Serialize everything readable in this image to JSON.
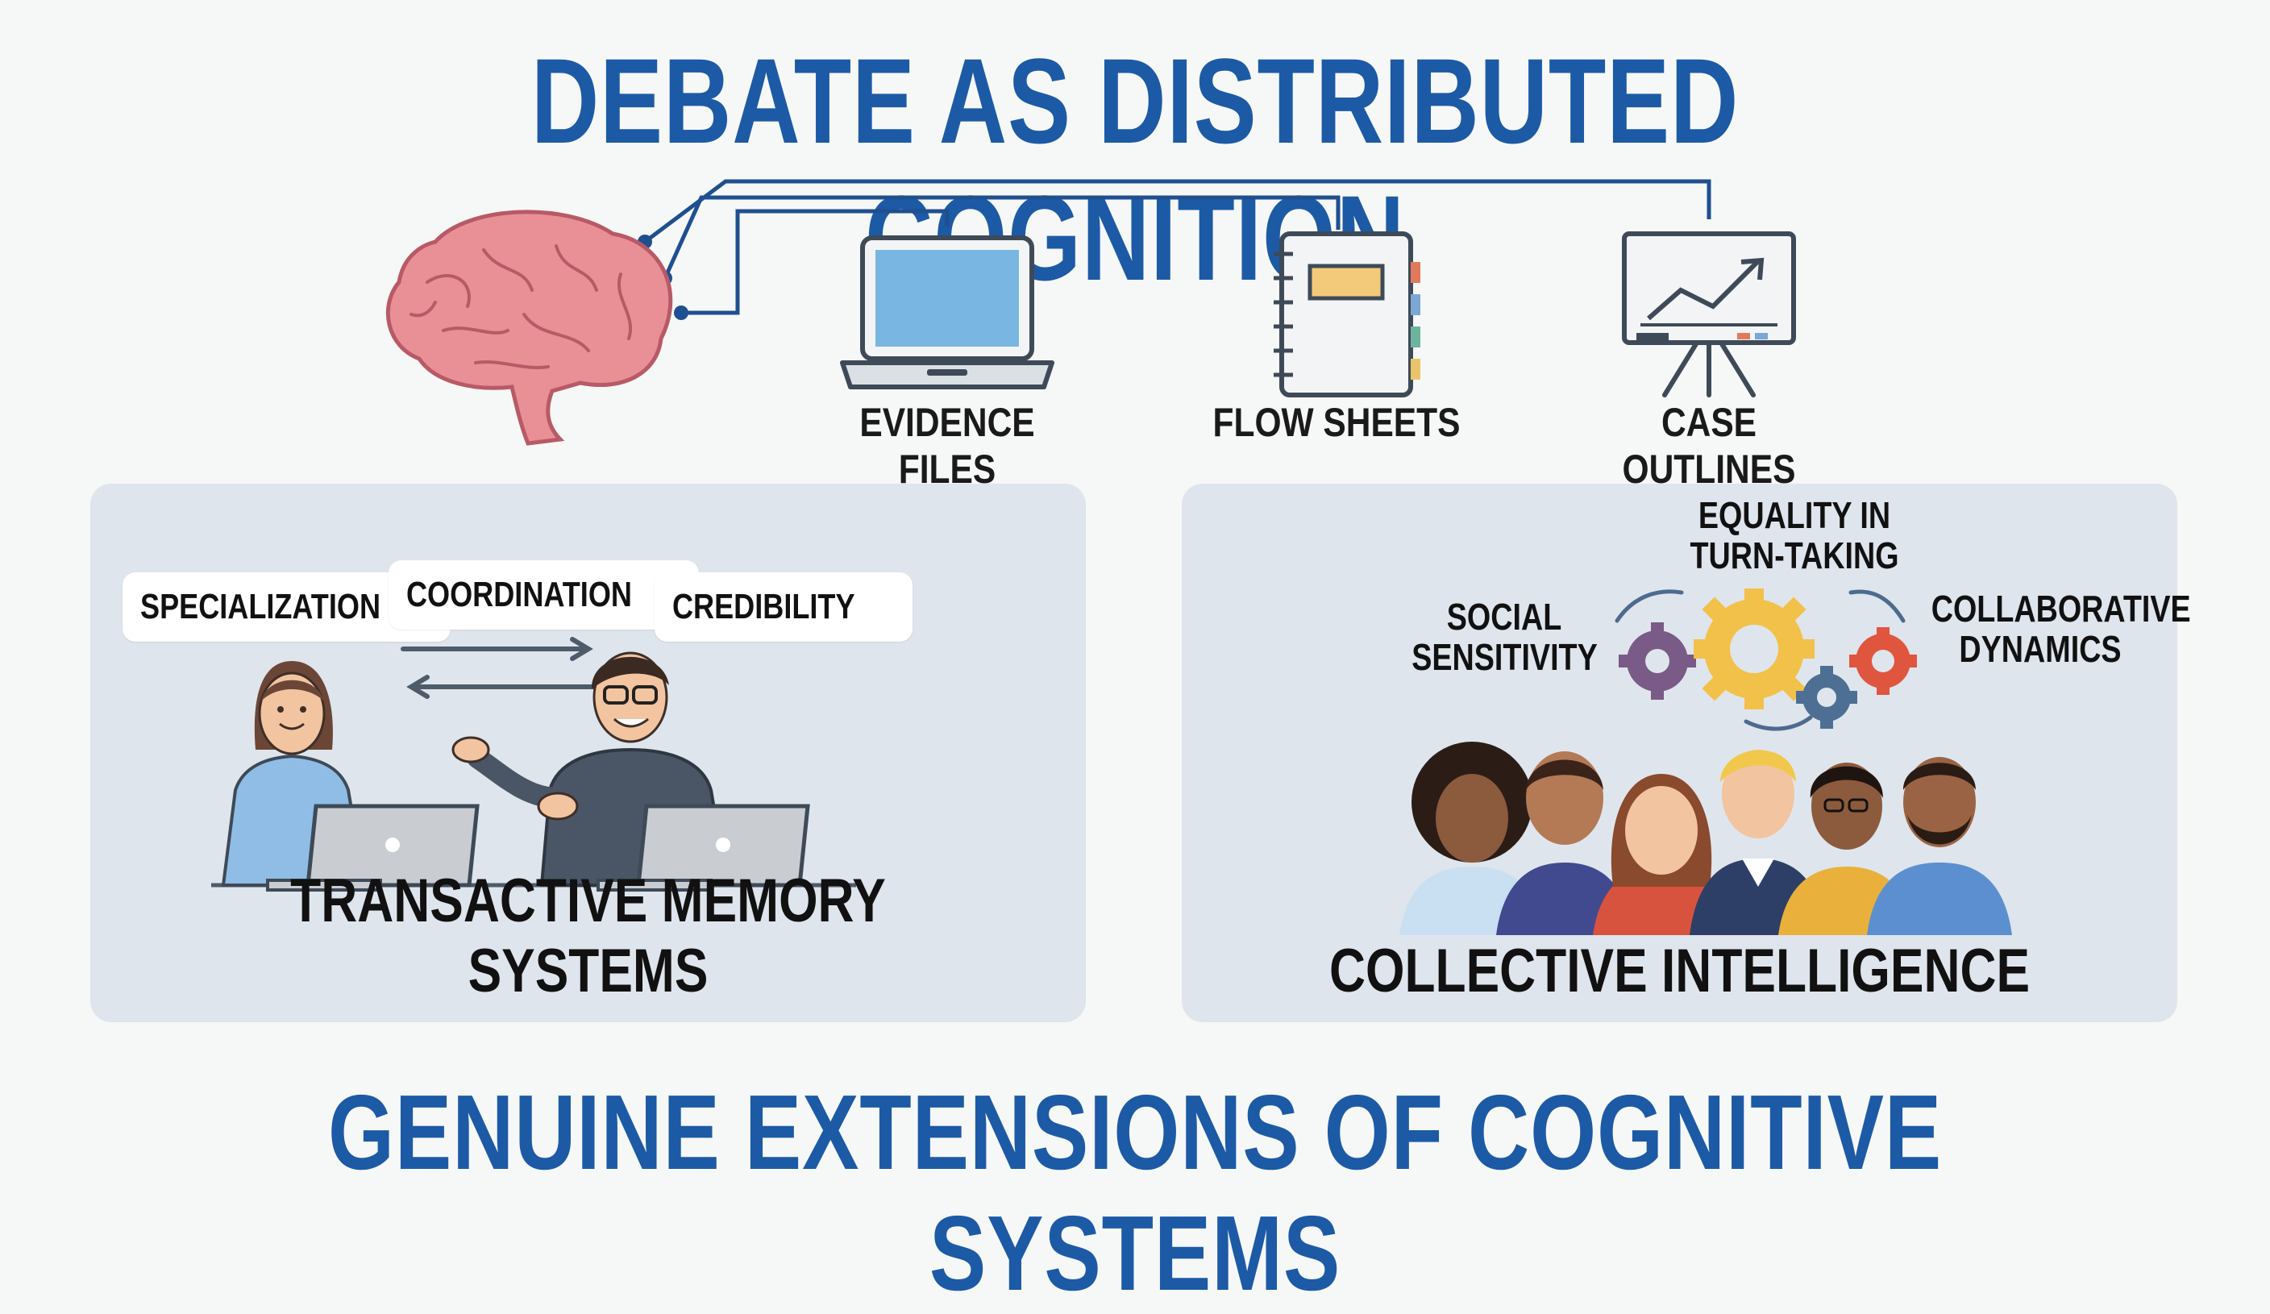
{
  "title": "DEBATE AS DISTRIBUTED COGNITION",
  "tools": [
    {
      "label": "EVIDENCE FILES",
      "icon": "laptop-icon"
    },
    {
      "label": "FLOW SHEETS",
      "icon": "notebook-icon"
    },
    {
      "label": "CASE OUTLINES",
      "icon": "presentation-board-icon"
    }
  ],
  "left_panel": {
    "title": "TRANSACTIVE MEMORY SYSTEMS",
    "bubbles": [
      "SPECIALIZATION",
      "COORDINATION",
      "CREDIBILITY"
    ]
  },
  "right_panel": {
    "title": "COLLECTIVE INTELLIGENCE",
    "labels": {
      "social": "SOCIAL\nSENSITIVITY",
      "equality": "EQUALITY IN\nTURN-TAKING",
      "collab": "COLLABORATIVE\nDYNAMICS"
    }
  },
  "footer": "GENUINE EXTENSIONS OF COGNITIVE SYSTEMS",
  "colors": {
    "title_blue": "#1c5aa6",
    "panel_bg": "#dfe5ec",
    "brain_pink": "#e98f96",
    "connector_blue": "#1f4f8f"
  }
}
